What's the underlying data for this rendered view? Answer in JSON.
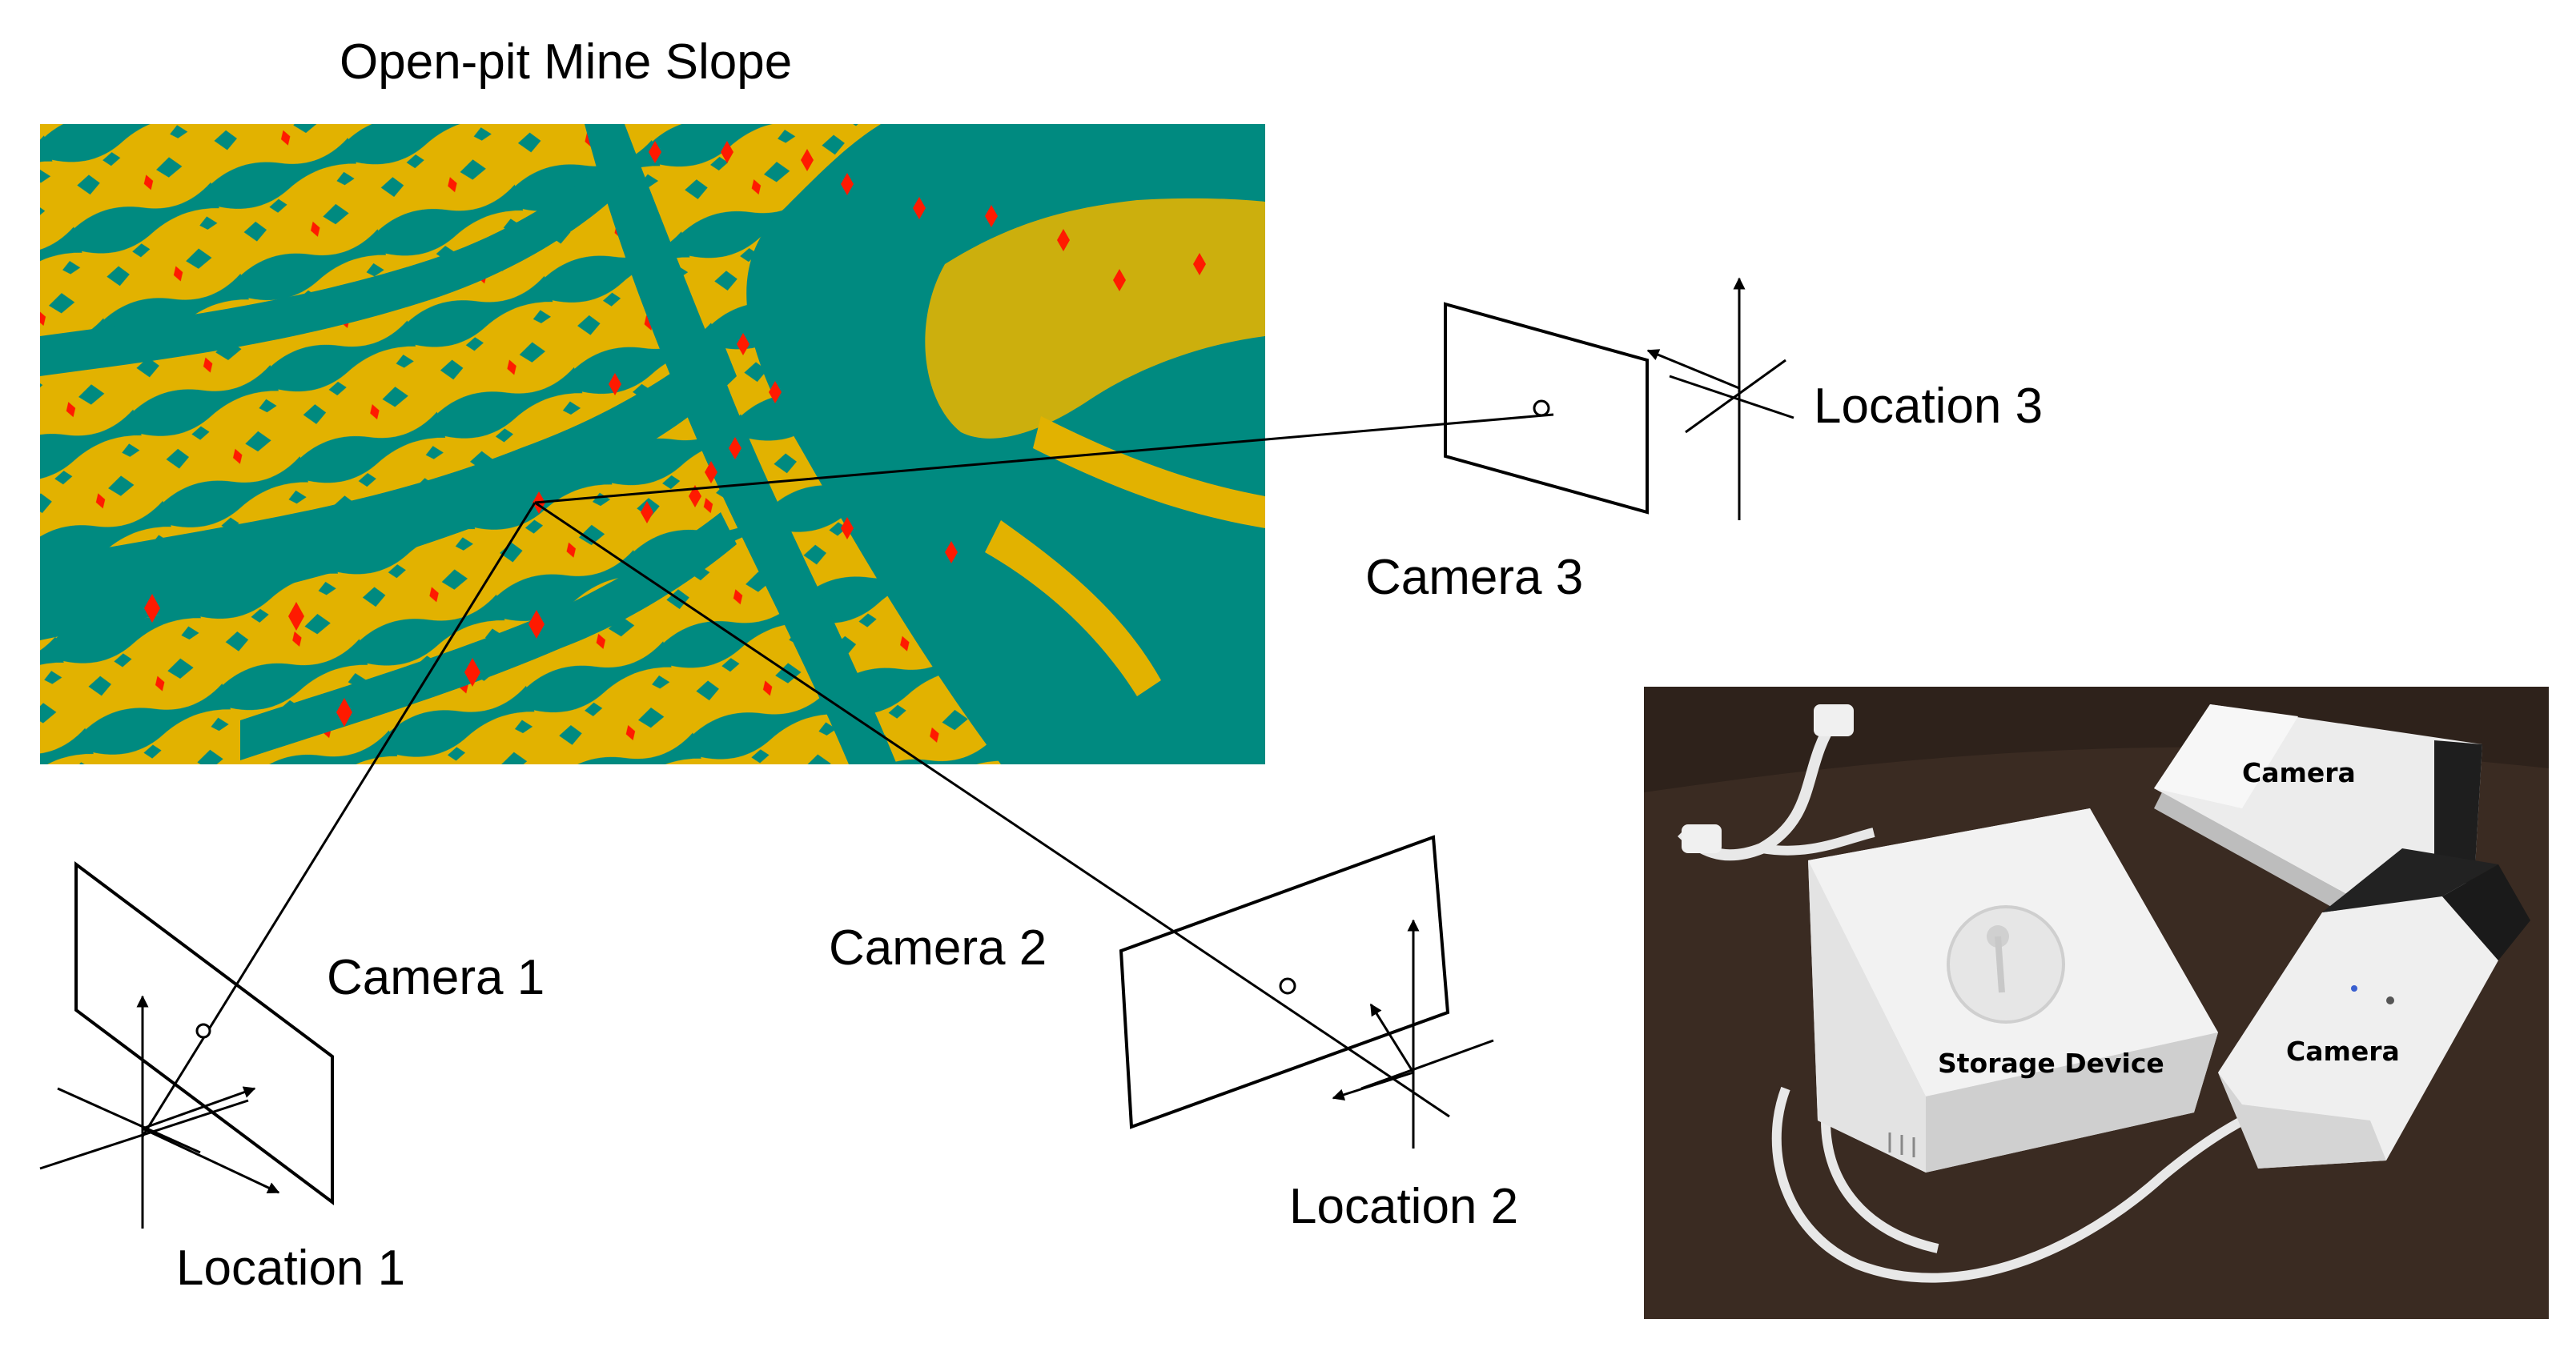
{
  "diagram": {
    "title": "Open-pit Mine Slope",
    "cameras": [
      {
        "label": "Camera 1",
        "location": "Location 1"
      },
      {
        "label": "Camera 2",
        "location": "Location 2"
      },
      {
        "label": "Camera 3",
        "location": "Location 3"
      }
    ],
    "photo": {
      "camera_label_1": "Camera",
      "camera_label_2": "Camera",
      "storage_label": "Storage Device"
    }
  },
  "colors": {
    "slope_yellow": "#e2b200",
    "slope_teal": "#008a80",
    "slope_red": "#ff1a00",
    "photo_table": "#3a2b22"
  }
}
